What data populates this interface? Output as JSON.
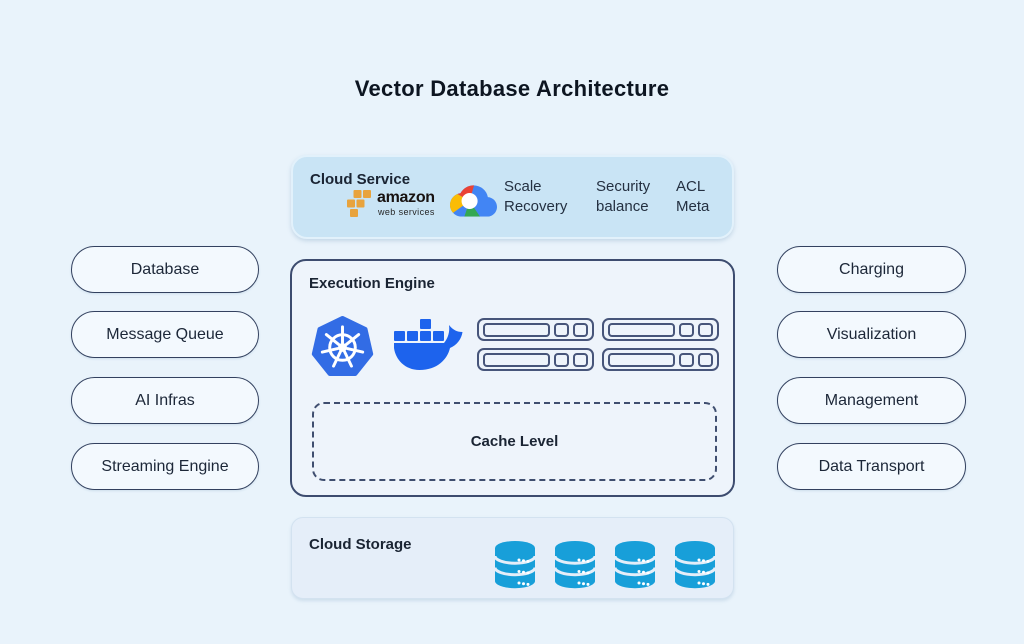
{
  "title": "Vector Database Architecture",
  "cloud_service": {
    "label": "Cloud Service",
    "aws": {
      "name": "amazon",
      "sub": "web services"
    },
    "features": [
      {
        "line1": "Scale",
        "line2": "Recovery"
      },
      {
        "line1": "Security",
        "line2": "balance"
      },
      {
        "line1": "ACL",
        "line2": "Meta"
      }
    ]
  },
  "execution_engine": {
    "label": "Execution Engine",
    "cache_label": "Cache Level"
  },
  "cloud_storage": {
    "label": "Cloud Storage"
  },
  "left_pills": [
    {
      "label": "Database"
    },
    {
      "label": "Message Queue"
    },
    {
      "label": "AI Infras"
    },
    {
      "label": "Streaming Engine"
    }
  ],
  "right_pills": [
    {
      "label": "Charging"
    },
    {
      "label": "Visualization"
    },
    {
      "label": "Management"
    },
    {
      "label": "Data Transport"
    }
  ],
  "icons": [
    "aws-logo",
    "google-cloud-icon",
    "kubernetes-icon",
    "docker-icon",
    "server-rack-icon",
    "database-cylinder-icon"
  ],
  "colors": {
    "background": "#e9f3fb",
    "cloud_service_fill": "#c9e4f5",
    "panel_fill": "#eef4fb",
    "storage_fill": "#e5eef9",
    "outline_navy": "#3d4c6f",
    "kubernetes_blue": "#326ce5",
    "docker_blue": "#1d63ed",
    "storage_cylinder_blue": "#189fd9",
    "aws_gold": "#e8a33d",
    "google_red": "#ea4335",
    "google_yellow": "#fbbc05",
    "google_green": "#34a853",
    "google_blue": "#4285f4"
  }
}
